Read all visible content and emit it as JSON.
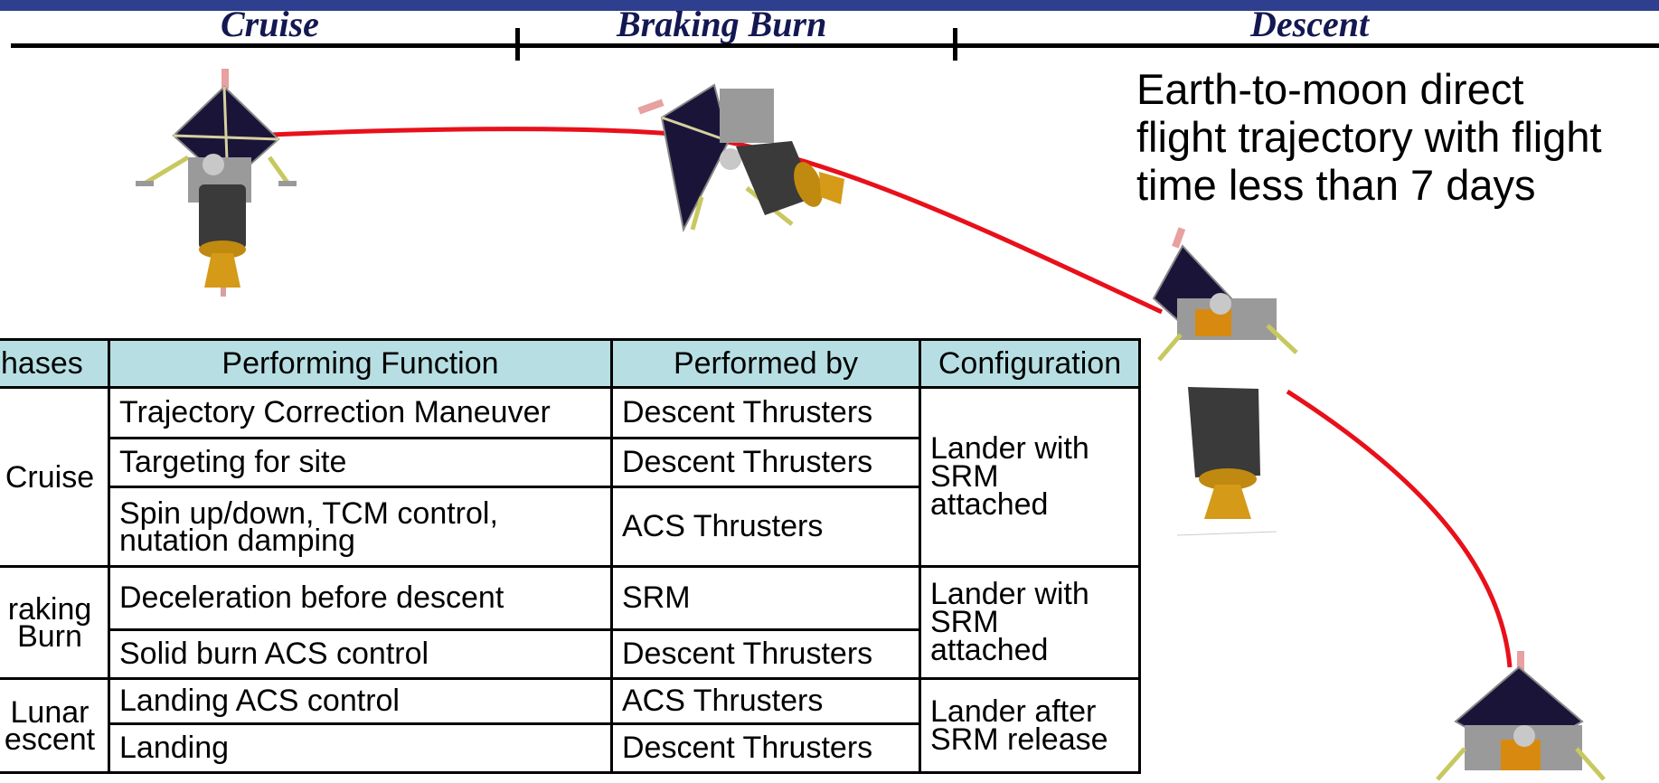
{
  "phases_timeline": [
    {
      "label": "Cruise"
    },
    {
      "label": "Braking Burn"
    },
    {
      "label": "Descent"
    }
  ],
  "caption_lines": [
    "Earth-to-moon direct",
    "flight trajectory with flight",
    "time less than 7 days"
  ],
  "table": {
    "headers": [
      "hases",
      "Performing Function",
      "Performed by",
      "Configuration"
    ],
    "groups": [
      {
        "phase_lines": [
          "Cruise"
        ],
        "config_lines": [
          "Lander with",
          "SRM",
          "attached"
        ],
        "rows": [
          {
            "function": [
              "Trajectory Correction Maneuver"
            ],
            "by": "Descent Thrusters"
          },
          {
            "function": [
              "Targeting for site"
            ],
            "by": "Descent Thrusters"
          },
          {
            "function": [
              "Spin up/down, TCM control,",
              "nutation damping"
            ],
            "by": "ACS Thrusters"
          }
        ]
      },
      {
        "phase_lines": [
          "raking",
          "Burn"
        ],
        "config_lines": [
          "Lander with",
          "SRM",
          "attached"
        ],
        "rows": [
          {
            "function": [
              "Deceleration before descent"
            ],
            "by": "SRM"
          },
          {
            "function": [
              "Solid burn ACS control"
            ],
            "by": "Descent Thrusters"
          }
        ]
      },
      {
        "phase_lines": [
          "Lunar",
          "escent"
        ],
        "config_lines": [
          "Lander after",
          "SRM release"
        ],
        "rows": [
          {
            "function": [
              "Landing ACS control"
            ],
            "by": "ACS Thrusters"
          },
          {
            "function": [
              "Landing"
            ],
            "by": "Descent Thrusters"
          }
        ]
      }
    ]
  },
  "colors": {
    "trajectory": "#e8101a",
    "header_fill": "#b7dfe3",
    "top_band": "#2e3f8f",
    "phase_text": "#141852"
  }
}
